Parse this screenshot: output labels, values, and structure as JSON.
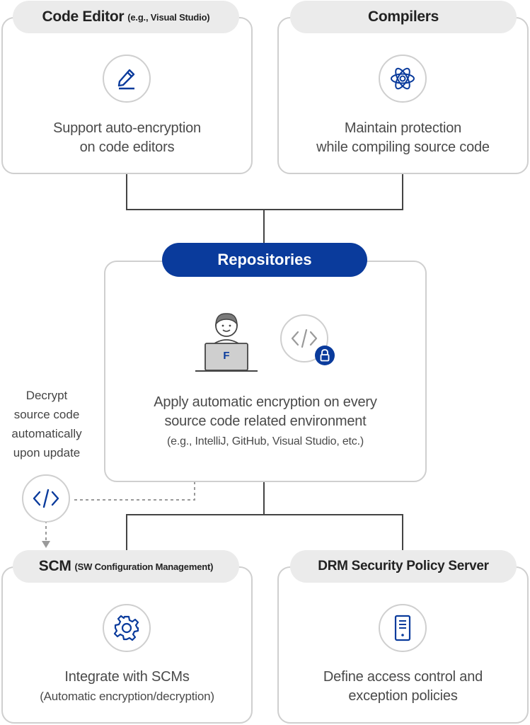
{
  "code_editor": {
    "title": "Code Editor",
    "subtitle": "(e.g., Visual Studio)",
    "icon": "pencil-icon",
    "line1": "Support auto-encryption",
    "line2": "on code editors"
  },
  "compilers": {
    "title": "Compilers",
    "icon": "atom-icon",
    "line1": "Maintain protection",
    "line2": "while compiling source code"
  },
  "repositories": {
    "title": "Repositories",
    "laptop_letter": "F",
    "line1": "Apply automatic encryption on every",
    "line2": "source code related environment",
    "line3": "(e.g., IntelliJ, GitHub, Visual Studio, etc.)"
  },
  "side_note": {
    "line1": "Decrypt",
    "line2": "source code",
    "line3": "automatically",
    "line4": "upon update",
    "icon": "code-icon"
  },
  "scm": {
    "title": "SCM",
    "subtitle": "(SW Configuration Management)",
    "icon": "gear-icon",
    "line1": "Integrate with SCMs",
    "line2": "(Automatic encryption/decryption)"
  },
  "drm": {
    "title": "DRM Security Policy Server",
    "icon": "server-icon",
    "line1": "Define access control and",
    "line2": "exception policies"
  },
  "colors": {
    "accent": "#0a3b9c",
    "pill_bg": "#ebebeb",
    "border": "#cfcfcf",
    "connector": "#444444"
  }
}
